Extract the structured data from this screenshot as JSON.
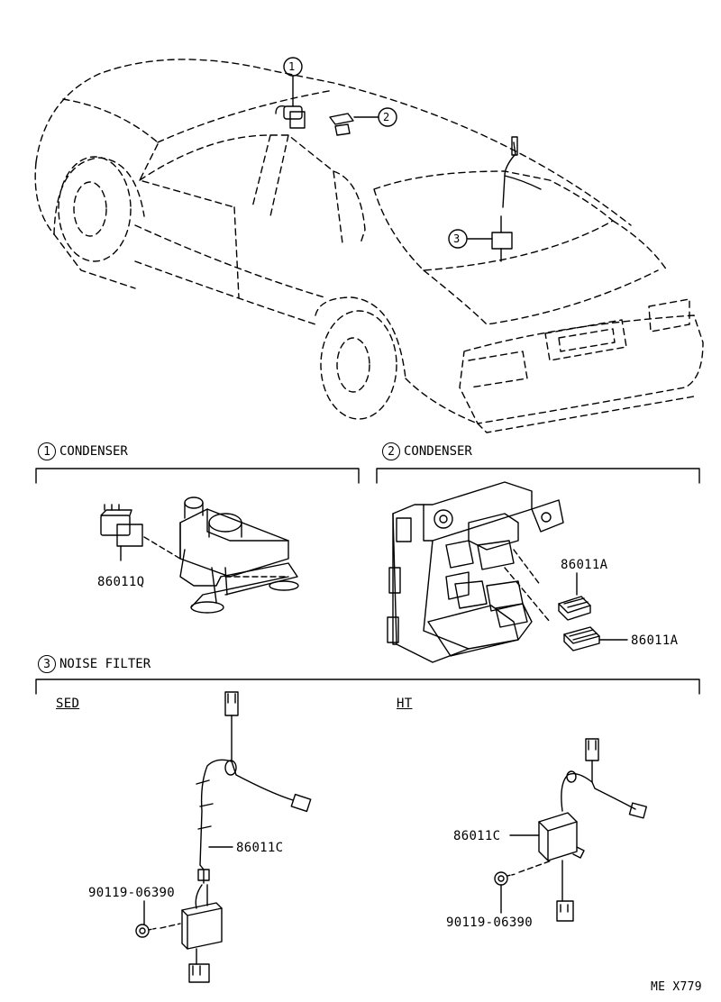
{
  "callouts": {
    "c1": "1",
    "c2": "2",
    "c3": "3"
  },
  "sections": {
    "s1": {
      "num": "1",
      "title": "CONDENSER"
    },
    "s2": {
      "num": "2",
      "title": "CONDENSER"
    },
    "s3": {
      "num": "3",
      "title": "NOISE FILTER"
    }
  },
  "parts": {
    "p86011Q": "86011Q",
    "p86011A_1": "86011A",
    "p86011A_2": "86011A",
    "p86011C_sed": "86011C",
    "p90119_sed": "90119-06390",
    "p86011C_ht": "86011C",
    "p90119_ht": "90119-06390"
  },
  "variants": {
    "sed": "SED",
    "ht": "HT"
  },
  "footer": {
    "code": "ME X779"
  }
}
